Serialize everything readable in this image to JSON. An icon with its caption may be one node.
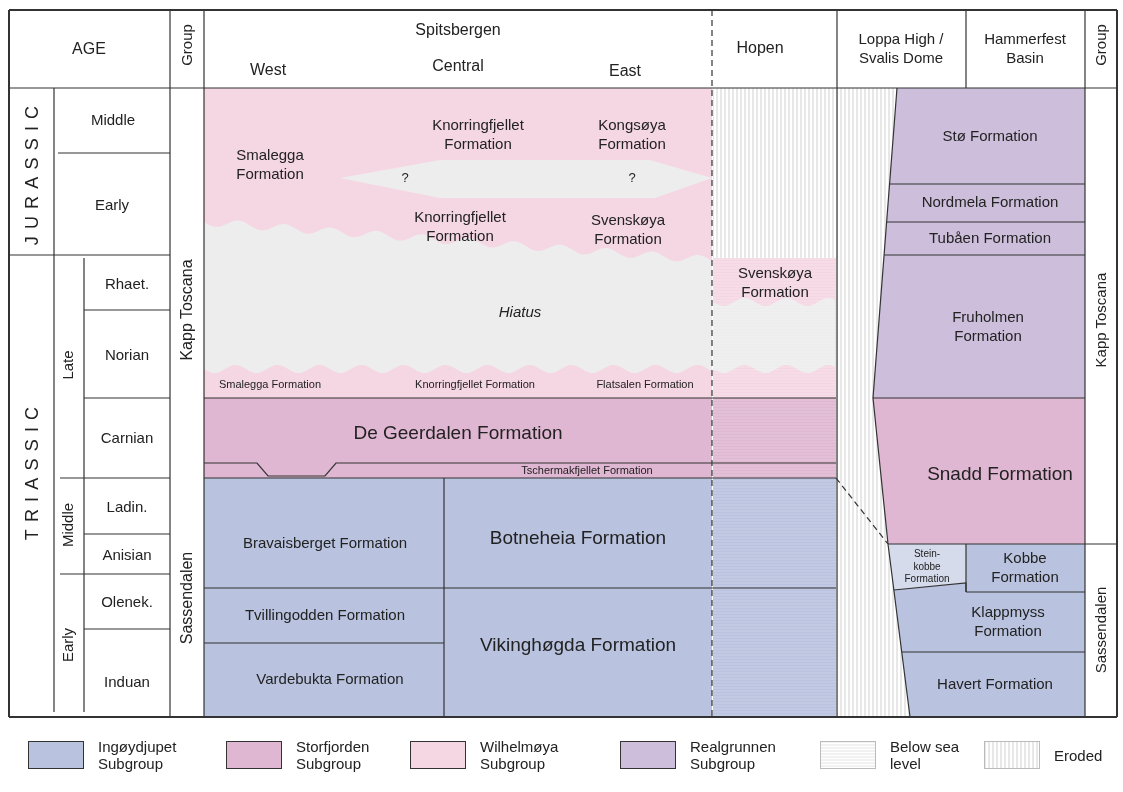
{
  "diagram": {
    "nodes": [
      {
        "text": [
          "Smalegga Formation"
        ]
      },
      {
        "text": [
          "Knorringfjellet Formation"
        ]
      },
      {
        "text": [
          "Kongsøya Formation"
        ]
      },
      {
        "text": [
          "?",
          "?"
        ]
      },
      {
        "text": [
          "Knorringfjellet Formation"
        ]
      },
      {
        "text": [
          "Svenskøya Formation"
        ]
      },
      {
        "text": [
          "Hiatus"
        ]
      },
      {
        "text": [
          "Smalegga Formation"
        ]
      },
      {
        "text": [
          "Knorringfjellet Formation"
        ]
      },
      {
        "text": [
          "Flatsalen Formation"
        ]
      },
      {
        "text": [
          "De Geerdalen Formation"
        ]
      },
      {
        "text": [
          "Tschermakfjellet Formation"
        ]
      },
      {
        "text": [
          "Bravaisberget Formation"
        ]
      },
      {
        "text": [
          "Botneheia Formation"
        ]
      },
      {
        "text": [
          "Tvillingodden Formation"
        ]
      },
      {
        "text": [
          "Vardebukta Formation"
        ]
      },
      {
        "text": [
          "Vikinghøgda Formation"
        ]
      },
      {
        "text": [
          "Svenskøya Formation"
        ]
      },
      {
        "text": [
          "Stø Formation"
        ]
      },
      {
        "text": [
          "Nordmela Formation"
        ]
      },
      {
        "text": [
          "Tubåen Formation"
        ]
      },
      {
        "text": [
          "Fruholmen Formation"
        ]
      },
      {
        "text": [
          "Snadd Formation"
        ]
      },
      {
        "text": [
          "Stein-kobbe Formation"
        ]
      },
      {
        "text": [
          "Kobbe Formation"
        ]
      },
      {
        "text": [
          "Klappmyss Formation"
        ]
      },
      {
        "text": [
          "Havert Formation"
        ]
      }
    ],
    "labels": [
      "AGE",
      "Group",
      "Spitsbergen",
      "West",
      "Central",
      "East",
      "Hopen",
      "Loppa High / Svalis Dome",
      "Hammerfest Basin",
      "Group",
      "JURASSIC",
      "Middle",
      "Early",
      "TRIASSIC",
      "Late",
      "Middle",
      "Early",
      "Rhaet.",
      "Norian",
      "Carnian",
      "Ladin.",
      "Anisian",
      "Olenek.",
      "Induan",
      "Kapp Toscana",
      "Sassendalen",
      "Kapp Toscana",
      "Sassendalen"
    ],
    "legend": [
      {
        "text": "Ingøydjupet Subgroup",
        "color": "#b9c3df"
      },
      {
        "text": "Storfjorden Subgroup",
        "color": "#e0b7d2"
      },
      {
        "text": "Wilhelmøya Subgroup",
        "color": "#f5d7e3"
      },
      {
        "text": "Realgrunnen Subgroup",
        "color": "#cdbfdc"
      },
      {
        "text": "Below sea level"
      },
      {
        "text": "Eroded"
      }
    ]
  }
}
